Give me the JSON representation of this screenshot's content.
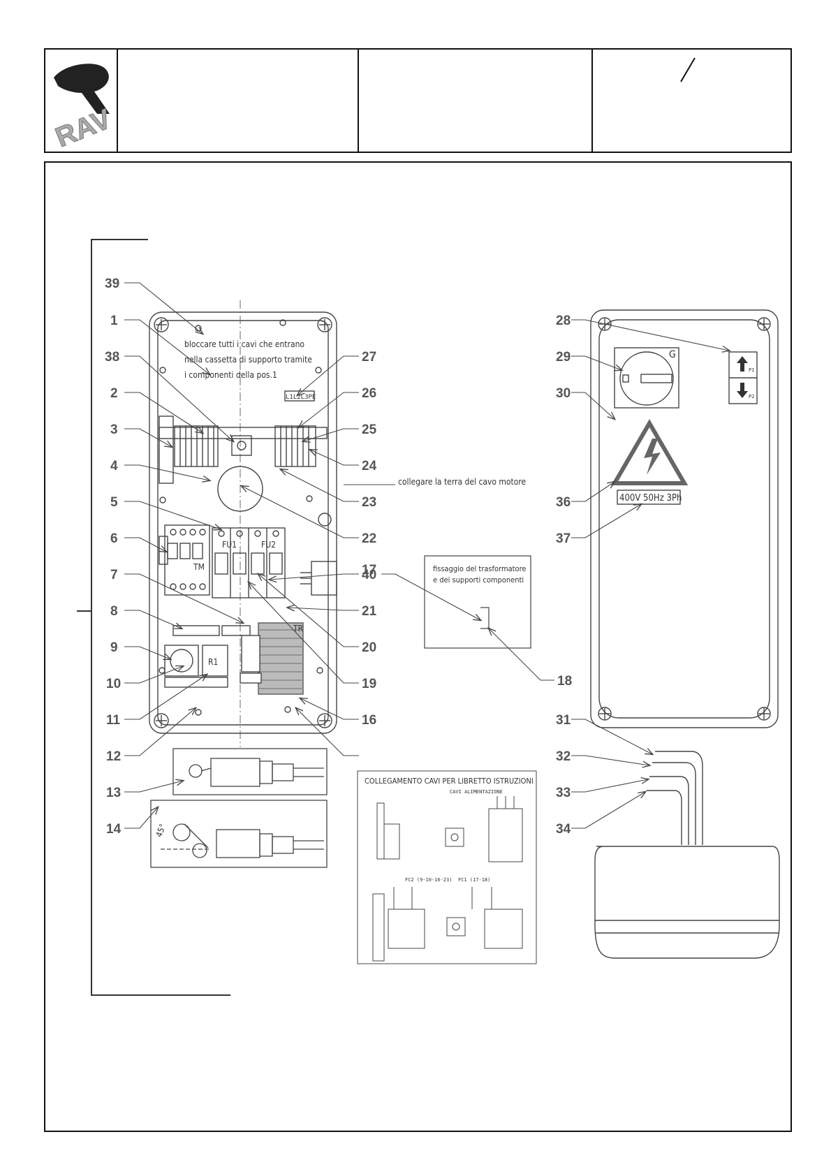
{
  "header": {
    "logo_text": "RAV"
  },
  "diagram": {
    "notes": {
      "block_cables_1": "bloccare tutti i cavi che entrano",
      "block_cables_2": "nella cassetta di supporto tramite",
      "block_cables_3": "i componenti della pos.1",
      "motor_earth": "collegare la terra del cavo motore",
      "transformer_1": "fissaggio del trasformatore",
      "transformer_2": "e dei supporti componenti",
      "wiring_title": "COLLEGAMENTO CAVI PER LIBRETTO ISTRUZIONI",
      "power_cables": "CAVI ALIMENTAZIONE",
      "fc2": "FC2 (9-10-16-23)",
      "fc1": "FC1 (17-18)",
      "voltage_plate": "400V 50Hz 3Ph",
      "angle": "45°"
    },
    "component_labels": {
      "fu1": "FU1",
      "fu2": "FU2",
      "tm": "TM",
      "r1": "R1",
      "tr": "TR",
      "g": "G",
      "p1": "P1",
      "p2": "P2",
      "terminal_l123pe": "L1L2L3PE"
    },
    "callouts": [
      "1",
      "2",
      "3",
      "4",
      "5",
      "6",
      "7",
      "8",
      "9",
      "10",
      "11",
      "12",
      "13",
      "14",
      "16",
      "17",
      "18",
      "19",
      "20",
      "21",
      "22",
      "23",
      "24",
      "25",
      "26",
      "27",
      "28",
      "29",
      "30",
      "31",
      "32",
      "33",
      "34",
      "36",
      "37",
      "38",
      "39",
      "40"
    ]
  }
}
